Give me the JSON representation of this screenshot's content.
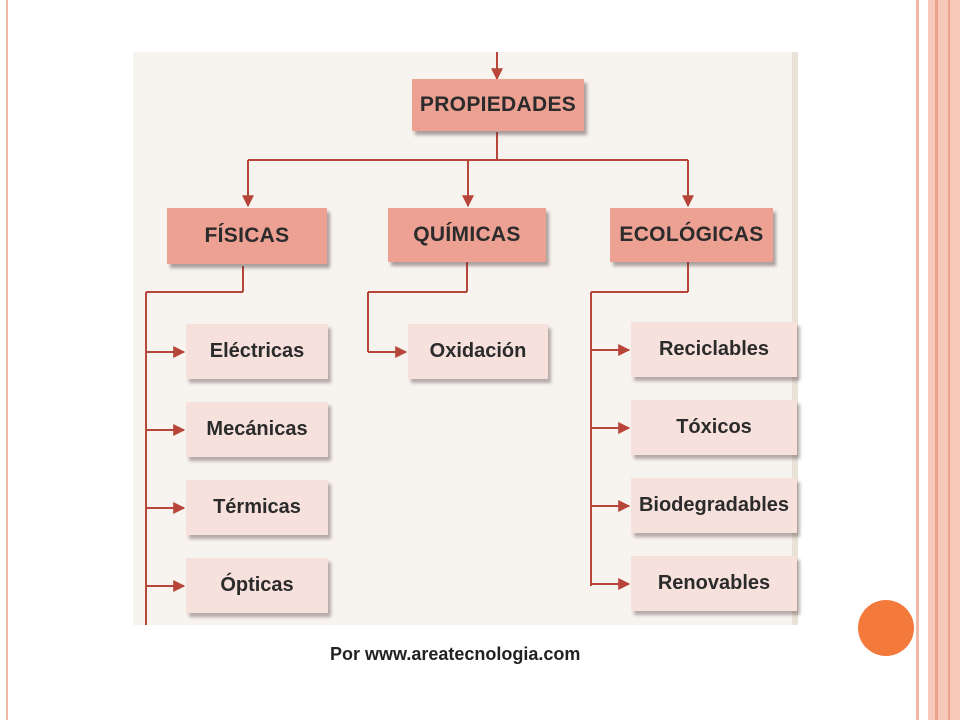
{
  "diagram": {
    "root": "PROPIEDADES",
    "categories": [
      {
        "label": "FÍSICAS",
        "items": [
          "Eléctricas",
          "Mecánicas",
          "Térmicas",
          "Ópticas"
        ]
      },
      {
        "label": "QUÍMICAS",
        "items": [
          "Oxidación"
        ]
      },
      {
        "label": "ECOLÓGICAS",
        "items": [
          "Reciclables",
          "Tóxicos",
          "Biodegradables",
          "Renovables"
        ]
      }
    ],
    "credit": "Por www.areatecnologia.com"
  },
  "colors": {
    "category_fill": "#eda193",
    "leaf_fill": "#f6e1dc",
    "arrow": "#b8453a",
    "frame": "#f2b7a5",
    "accent_dot": "#f47a3c"
  }
}
